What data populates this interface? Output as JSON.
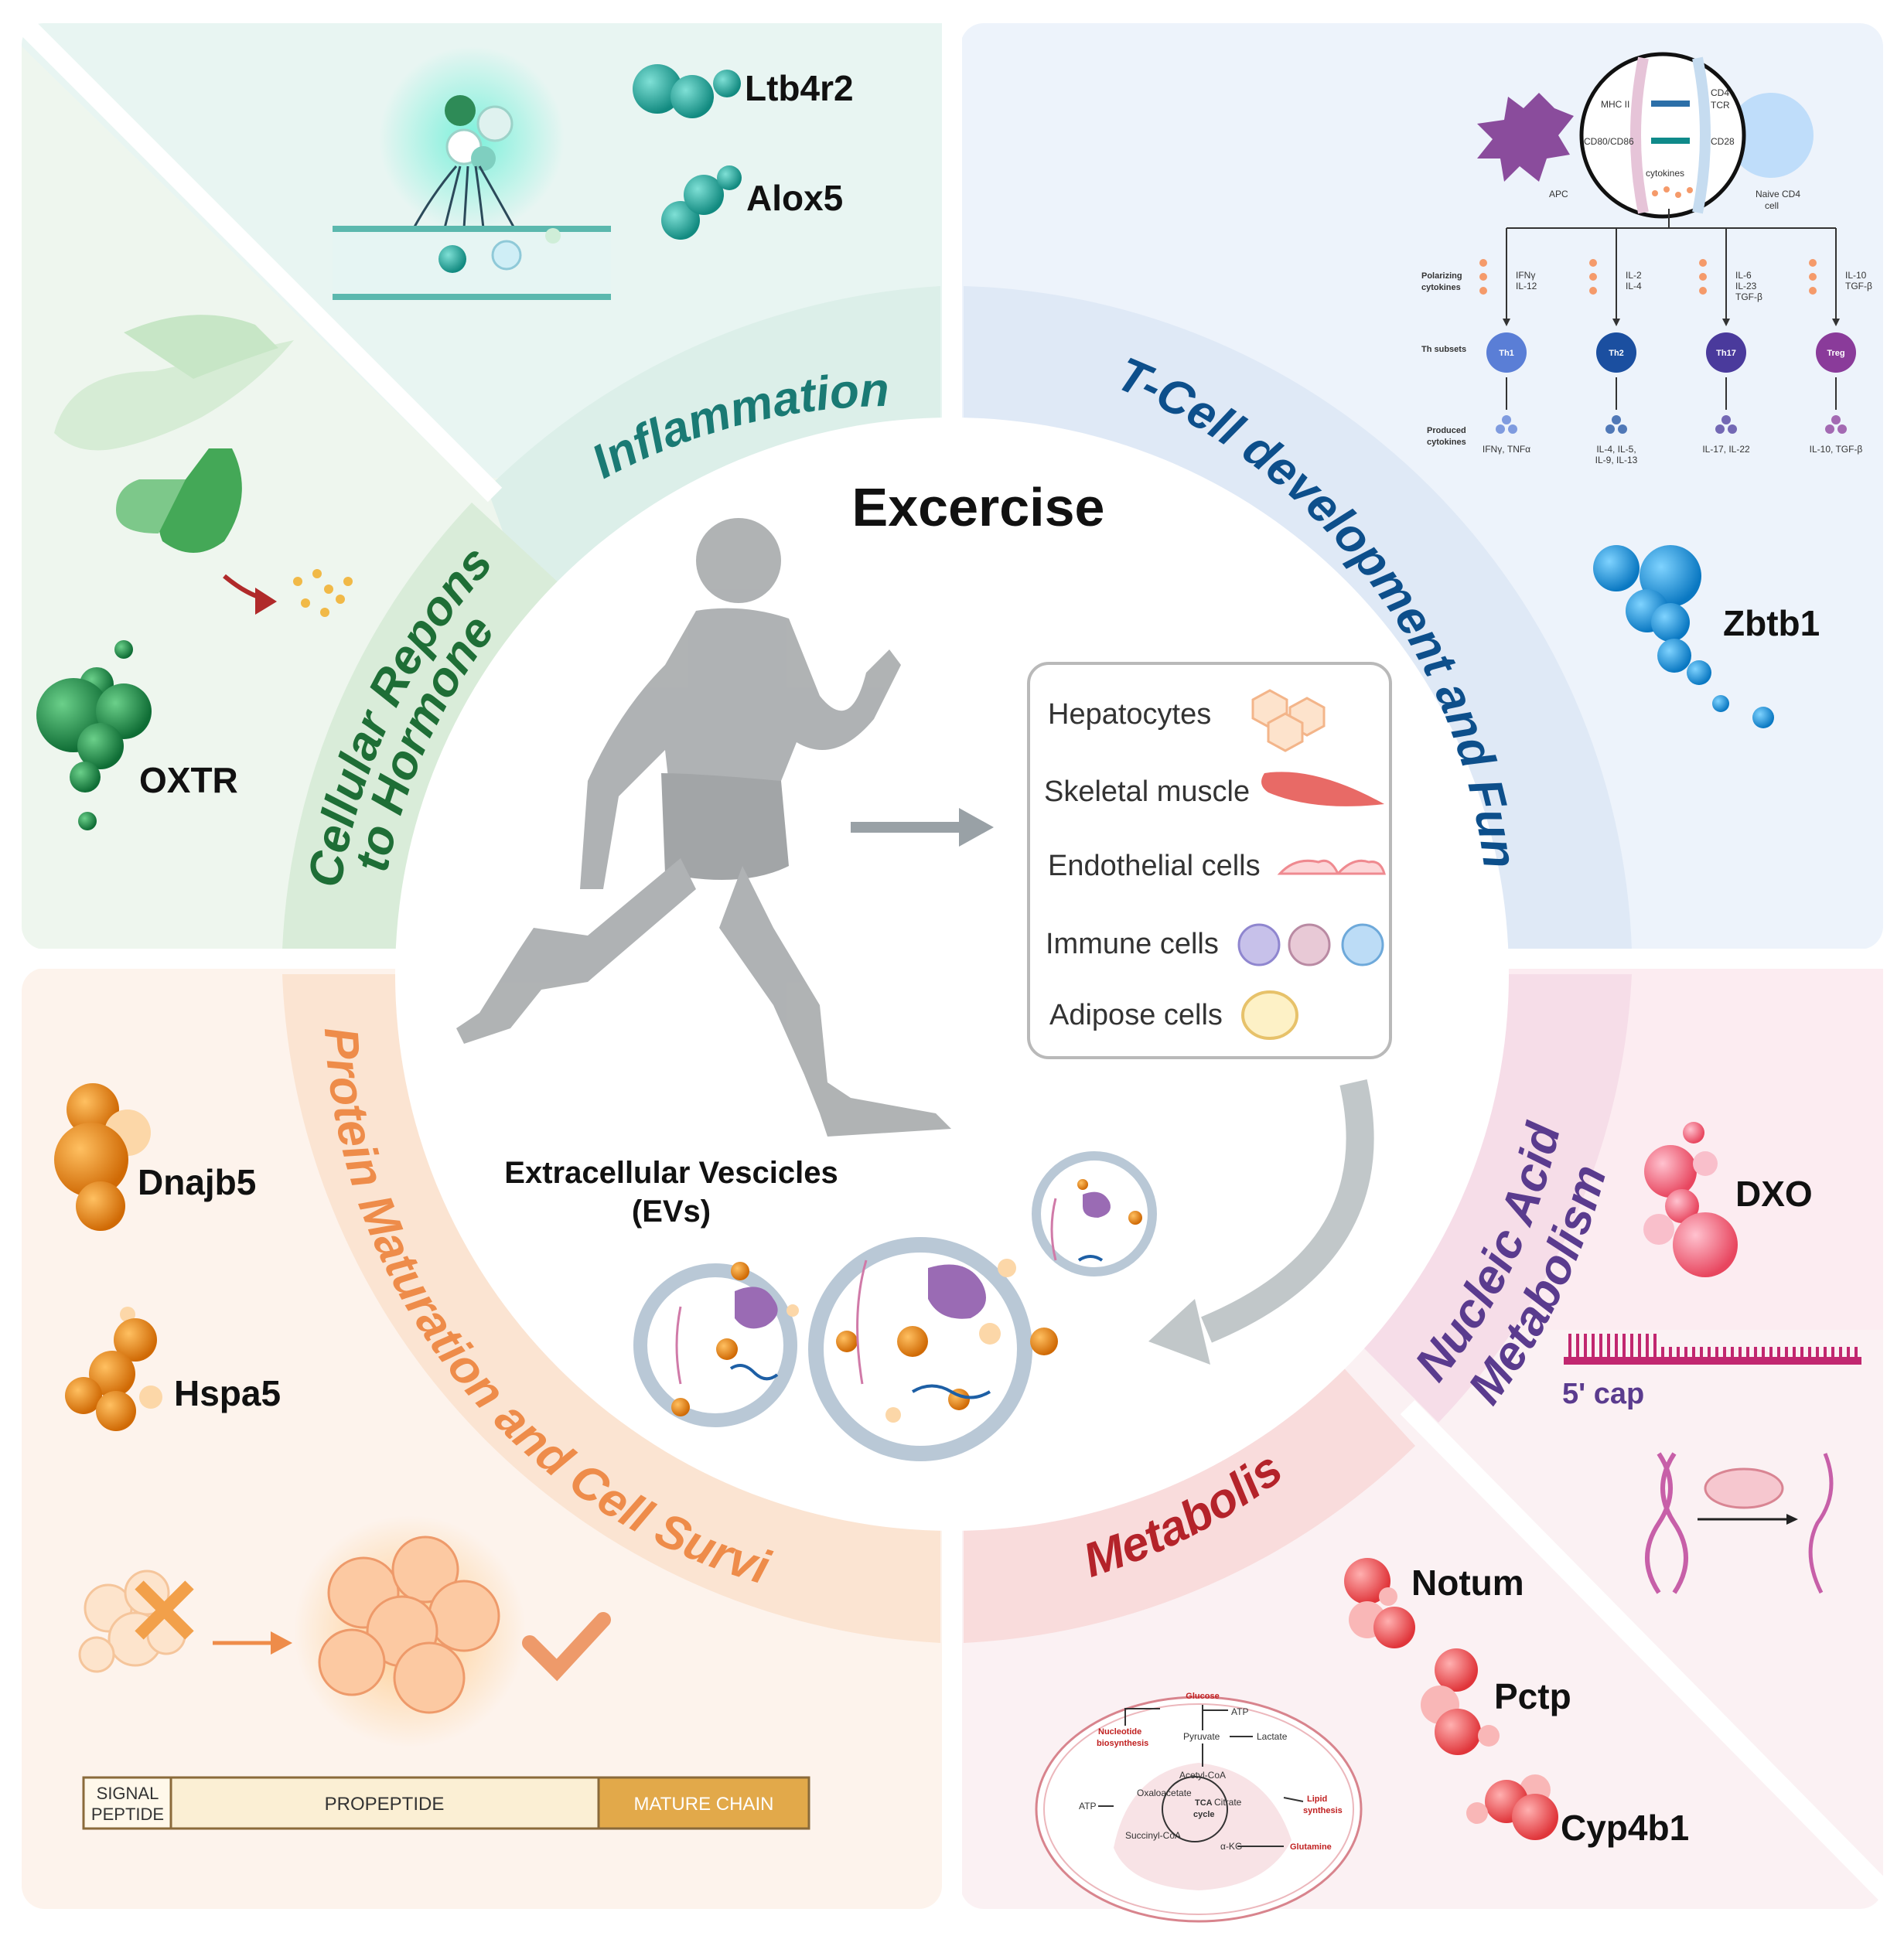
{
  "center": {
    "title": "Excercise"
  },
  "sectors": {
    "inflammation": "Inflammation",
    "tcell": "T-Cell development and Function",
    "hormone_line1": "Cellular Reponse",
    "hormone_line2": "to Hormone",
    "protein": "Protein Maturation and Cell Survival",
    "nucleic_line1": "Nucleic Acid",
    "nucleic_line2": "Metabolism",
    "metabolism": "Metabolism"
  },
  "genes": {
    "ltb4r2": "Ltb4r2",
    "alox5": "Alox5",
    "zbtb1": "Zbtb1",
    "oxtr": "OXTR",
    "dnajb5": "Dnajb5",
    "hspa5": "Hspa5",
    "dxo": "DXO",
    "notum": "Notum",
    "pctp": "Pctp",
    "cyp4b1": "Cyp4b1"
  },
  "cell_types": [
    "Hepatocytes",
    "Skeletal muscle",
    "Endothelial cells",
    "Immune cells",
    "Adipose cells"
  ],
  "evs": {
    "line1": "Extracellular Vescicles",
    "line2": "(EVs)"
  },
  "protein_bar": {
    "signal1": "SIGNAL",
    "signal2": "PEPTIDE",
    "propeptide": "PROPEPTIDE",
    "mature": "MATURE CHAIN"
  },
  "cap_label": "5' cap",
  "tcell_diagram": {
    "apc": "APC",
    "naive1": "Naive CD4",
    "naive2": "cell",
    "mhc": "MHC II",
    "cd4": "CD4",
    "tcr": "TCR",
    "cd80": "CD80/CD86",
    "cd28": "CD28",
    "cytokines": "cytokines",
    "row1a": "Polarizing",
    "row1b": "cytokines",
    "row2": "Th subsets",
    "row3a": "Produced",
    "row3b": "cytokines",
    "pol": [
      [
        "IFNγ",
        "IL-12",
        ""
      ],
      [
        "IL-2",
        "IL-4",
        ""
      ],
      [
        "IL-6",
        "IL-23",
        "TGF-β"
      ],
      [
        "IL-10",
        "TGF-β",
        ""
      ]
    ],
    "subsets": [
      "Th1",
      "Th2",
      "Th17",
      "Treg"
    ],
    "produced": [
      [
        "IFNγ, TNFα",
        ""
      ],
      [
        "IL-4, IL-5,",
        "IL-9, IL-13"
      ],
      [
        "IL-17, IL-22",
        ""
      ],
      [
        "IL-10, TGF-β",
        ""
      ]
    ]
  },
  "metab_diagram": {
    "glucose": "Glucose",
    "atp": "ATP",
    "pyruvate": "Pyruvate",
    "lactate": "Lactate",
    "nuc1": "Nucleotide",
    "nuc2": "biosynthesis",
    "acetyl": "Acetyl-CoA",
    "oxalo": "Oxaloacetate",
    "citrate": "Citrate",
    "tca1": "TCA",
    "tca2": "cycle",
    "lipid1": "Lipid",
    "lipid2": "synthesis",
    "atp2": "ATP",
    "succinyl": "Succinyl-CoA",
    "akg": "α-KG",
    "glutamine": "Glutamine"
  },
  "colors": {
    "inflammation": "#1a7a74",
    "tcell": "#0d4f8b",
    "hormone": "#1e6e36",
    "protein": "#ee8c4a",
    "nucleic": "#5a3b8e",
    "metabolism": "#b4232a"
  }
}
